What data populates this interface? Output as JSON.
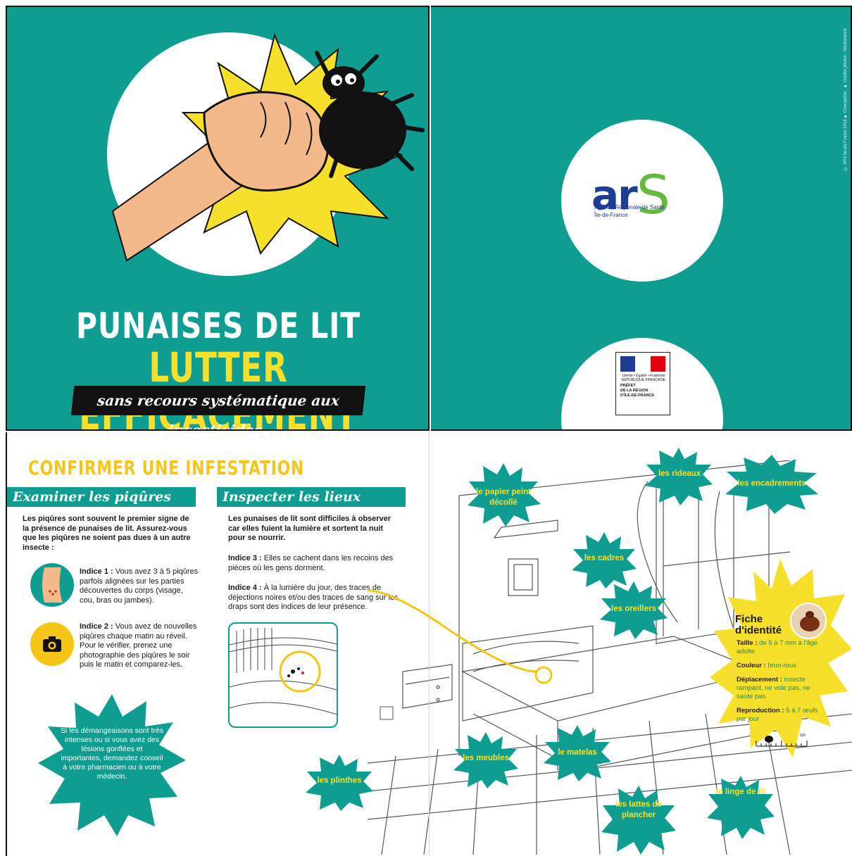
{
  "cover": {
    "title_line1": "PUNAISES DE LIT",
    "title_line2": "LUTTER EFFICACEMENT",
    "subtitle": "sans recours systématique aux insecticides"
  },
  "back": {
    "logo_word": "ar",
    "logo_letter": "S",
    "logo_line1": "Agence Régionale de Santé",
    "logo_line2": "Île-de-France",
    "marianne_motto": "Liberté • Égalité • Fraternité",
    "marianne_republic": "RÉPUBLIQUE FRANÇAISE",
    "marianne_title1": "PRÉFET",
    "marianne_title2": "DE LA RÉGION",
    "marianne_title3": "D'ÎLE-DE-FRANCE",
    "credit": "© ARS Île-de-France 2018 ■ Conception : ■ Crédits photos : Shutterstock"
  },
  "inside": {
    "heading": "CONFIRMER UNE INFESTATION",
    "section1_title": "Examiner les piqûres",
    "section2_title": "Inspecter les lieux",
    "intro1": "Les piqûres sont souvent le premier signe de la présence de punaises de lit. Assurez-vous que les piqûres ne soient pas dues à un autre insecte :",
    "indice1_label": "Indice 1 :",
    "indice1_text": "Vous avez 3 à 5 piqûres parfois alignées sur les parties découvertes du corps (visage, cou, bras ou jambes).",
    "indice2_label": "Indice 2 :",
    "indice2_text": "Vous avez de nouvelles piqûres chaque matin au réveil. Pour le vérifier, prenez une photographie des piqûres le soir puis le matin et comparez-les.",
    "advice": "Si les démangeaisons sont très intenses ou si vous avez des lésions gonflées et importantes, demandez conseil à votre pharmacien ou à votre médecin.",
    "intro2": "Les punaises de lit sont difficiles à observer car elles fuient la lumière et sortent la nuit pour se nourrir.",
    "indice3_label": "Indice 3 :",
    "indice3_text": "Elles se cachent dans les recoins des pièces où les gens dorment.",
    "indice4_label": "Indice 4 :",
    "indice4_text": "À la lumière du jour, des traces de déjections noires et/ou des traces de sang sur les draps sont des indices de leur présence."
  },
  "tags": {
    "papier": "le papier peint décollé",
    "rideaux": "les rideaux",
    "encadrements": "les encadrements",
    "cadres": "les cadres",
    "oreillers": "les oreillers",
    "meubles": "les meubles",
    "matelas": "le matelas",
    "plinthes": "les plinthes",
    "lattes": "les lattes de plancher",
    "linge": "le linge de lit"
  },
  "fiche": {
    "title1": "Fiche",
    "title2": "d'identité",
    "taille_label": "Taille :",
    "taille_value": "de 5 à 7 mm à l'âge adulte",
    "couleur_label": "Couleur :",
    "couleur_value": "brun-roux",
    "deplacement_label": "Déplacement :",
    "deplacement_value": "insecte rampant, ne vole pas, ne saute pas",
    "reproduction_label": "Reproduction :",
    "reproduction_value": "5 à 7 œufs par jour",
    "ruler_unit": "cm"
  },
  "colors": {
    "teal": "#0f9d91",
    "yellow": "#f6e02b",
    "navy": "#1e3c96",
    "green": "#67b93e"
  }
}
